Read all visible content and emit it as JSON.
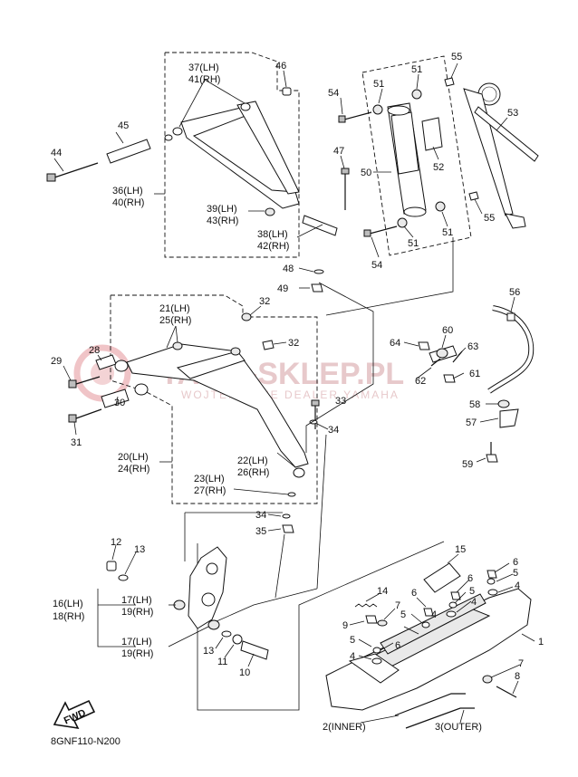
{
  "watermark": {
    "line1": "YAMA-SKLEP.PL",
    "line2": "WOJTEK ZONE  DEALER YAMAHA"
  },
  "diagram_code": "8GNF110-N200",
  "fwd_label": "FWD",
  "callouts": {
    "c1": "1",
    "c2": "2(INNER)",
    "c3": "3(OUTER)",
    "c4a": "4",
    "c4b": "4",
    "c4c": "4",
    "c4d": "4",
    "c5a": "5",
    "c5b": "5",
    "c5c": "5",
    "c5d": "5",
    "c6a": "6",
    "c6b": "6",
    "c6c": "6",
    "c6d": "6",
    "c7a": "7",
    "c7b": "7",
    "c8": "8",
    "c9": "9",
    "c10": "10",
    "c11": "11",
    "c12": "12",
    "c13a": "13",
    "c13b": "13",
    "c14": "14",
    "c15": "15",
    "c16": "16(LH)",
    "c18": "18(RH)",
    "c17a": "17(LH)",
    "c19a": "19(RH)",
    "c17b": "17(LH)",
    "c19b": "19(RH)",
    "c20": "20(LH)",
    "c24": "24(RH)",
    "c21": "21(LH)",
    "c25": "25(RH)",
    "c22": "22(LH)",
    "c26": "26(RH)",
    "c23": "23(LH)",
    "c27": "27(RH)",
    "c28": "28",
    "c29": "29",
    "c30": "30",
    "c31": "31",
    "c32a": "32",
    "c32b": "32",
    "c33": "33",
    "c34a": "34",
    "c34b": "34",
    "c35": "35",
    "c36": "36(LH)",
    "c40": "40(RH)",
    "c37": "37(LH)",
    "c41": "41(RH)",
    "c38": "38(LH)",
    "c42": "42(RH)",
    "c39": "39(LH)",
    "c43": "43(RH)",
    "c44": "44",
    "c45": "45",
    "c46": "46",
    "c47": "47",
    "c48": "48",
    "c49": "49",
    "c50": "50",
    "c51a": "51",
    "c51b": "51",
    "c51c": "51",
    "c51d": "51",
    "c52": "52",
    "c53": "53",
    "c54a": "54",
    "c54b": "54",
    "c55a": "55",
    "c55b": "55",
    "c56": "56",
    "c57": "57",
    "c58": "58",
    "c59": "59",
    "c60": "60",
    "c61": "61",
    "c62": "62",
    "c63": "63",
    "c64": "64"
  }
}
